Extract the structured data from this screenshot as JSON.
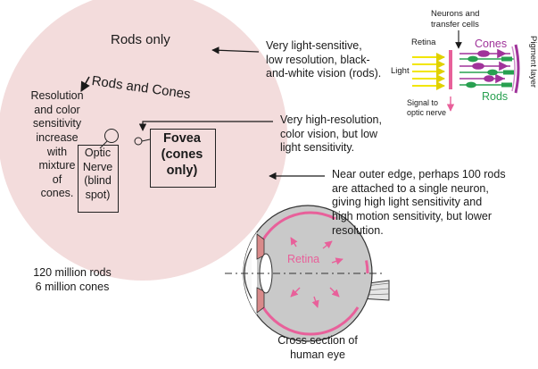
{
  "labels": {
    "rods_only": "Rods only",
    "rods_and_cones": "Rods and Cones",
    "resolution_note": [
      "Resolution",
      "and color",
      "sensitivity",
      "increase",
      "with",
      "mixture",
      "of",
      "cones."
    ],
    "optic_nerve": [
      "Optic",
      "Nerve",
      "(blind",
      "spot)"
    ],
    "fovea": [
      "Fovea",
      "(cones",
      "only)"
    ],
    "rod_counts": [
      "120 million rods",
      "6 million cones"
    ],
    "cross_section": [
      "Cross section of",
      "human eye"
    ]
  },
  "descriptions": {
    "rods": [
      "Very light-sensitive,",
      "low resolution, black-",
      "and-white vision (rods)."
    ],
    "fovea": [
      "Very high-resolution,",
      "color vision, but low",
      "light sensitivity."
    ],
    "outer_edge": [
      "Near outer edge, perhaps 100 rods",
      "are attached to a single neuron,",
      "giving high light sensitivity and",
      "high motion sensitivity, but lower",
      "resolution."
    ]
  },
  "retina_inset": {
    "neurons": [
      "Neurons and",
      "transfer cells"
    ],
    "retina": "Retina",
    "light": "Light",
    "signal": [
      "Signal to",
      "optic nerve"
    ],
    "cones": "Cones",
    "rods": "Rods",
    "pigment": "Pigment layer"
  },
  "eye": {
    "retina": "Retina"
  },
  "colors": {
    "disc": "#f3dcdc",
    "retina_pink": "#e8609a",
    "cone_purple": "#a0339a",
    "rod_green": "#28a050",
    "light_yellow": "#f2e600",
    "eye_gray": "#c9c9c9"
  }
}
